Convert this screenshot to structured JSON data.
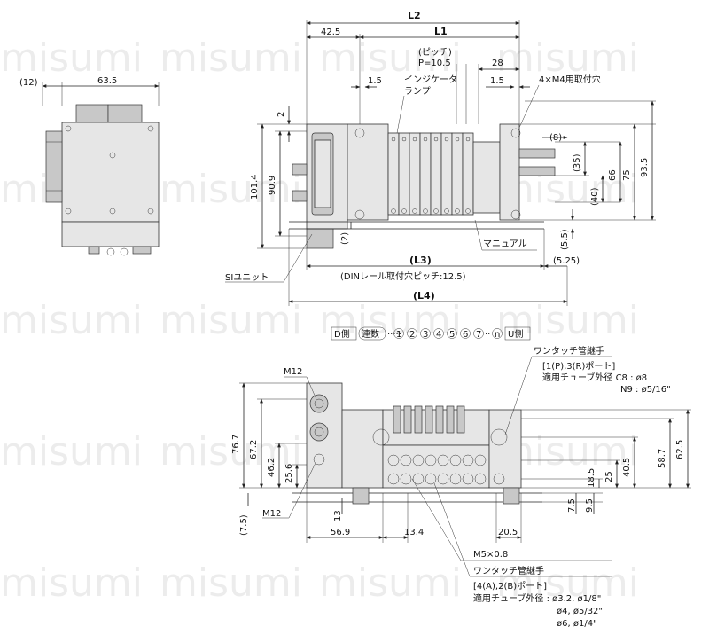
{
  "watermark": "misumi",
  "top_view": {
    "dim_L2": "L2",
    "dim_L1": "L1",
    "dim_42_5": "42.5",
    "pitch_label": "(ピッチ)",
    "pitch_value": "P=10.5",
    "dim_28": "28",
    "dim_1_5_left": "1.5",
    "dim_1_5_right": "1.5",
    "indicator_lamp_1": "インジケータ",
    "indicator_lamp_2": "ランプ",
    "mount_hole": "4×M4用取付穴",
    "dim_12": "(12)",
    "dim_63_5": "63.5",
    "dim_2_top": "2",
    "dim_101_4": "101.4",
    "dim_90_9": "90.9",
    "dim_2_bottom": "(2)",
    "dim_8": "(8)",
    "dim_35": "(35)",
    "dim_40": "(40)",
    "dim_66": "66",
    "dim_75": "75",
    "dim_93_5": "93.5",
    "dim_5_5": "(5.5)",
    "manual": "マニュアル",
    "dim_L3": "(L3)",
    "dim_5_25": "(5.25)",
    "din_pitch": "(DINレール取付穴ピッチ:12.5)",
    "si_unit": "SIユニット",
    "dim_L4": "(L4)"
  },
  "station_legend": {
    "d_side": "D側",
    "stations_label": "連数",
    "dots": "·····",
    "stations": [
      "1",
      "2",
      "3",
      "4",
      "5",
      "6",
      "7"
    ],
    "dots2": "··",
    "last": "n",
    "u_side": "U側"
  },
  "front_view": {
    "m12_top": "M12",
    "m12_bottom": "M12",
    "dim_76_7": "76.7",
    "dim_67_2": "67.2",
    "dim_46_2": "46.2",
    "dim_25_6": "25.6",
    "dim_7_5_left": "(7.5)",
    "dim_13": "13",
    "dim_56_9": "56.9",
    "dim_13_4": "13.4",
    "dim_20_5": "20.5",
    "dim_18_5": "18.5",
    "dim_25": "25",
    "dim_40_5": "40.5",
    "dim_58_7": "58.7",
    "dim_62_5": "62.5",
    "dim_7_5_right": "7.5",
    "dim_9_5": "9.5",
    "fitting_top_title": "ワンタッチ管継手",
    "fitting_top_ports": "[1(P),3(R)ポート]",
    "fitting_top_tube": "適用チューブ外径 C8 : ø8",
    "fitting_top_n9": "N9 : ø5/16\"",
    "m5": "M5×0.8",
    "fitting_bottom_title": "ワンタッチ管継手",
    "fitting_bottom_ports": "[4(A),2(B)ポート]",
    "fitting_bottom_tube": "適用チューブ外径 : ø3.2, ø1/8\"",
    "fitting_bottom_l2": "ø4, ø5/32\"",
    "fitting_bottom_l3": "ø6, ø1/4\""
  }
}
